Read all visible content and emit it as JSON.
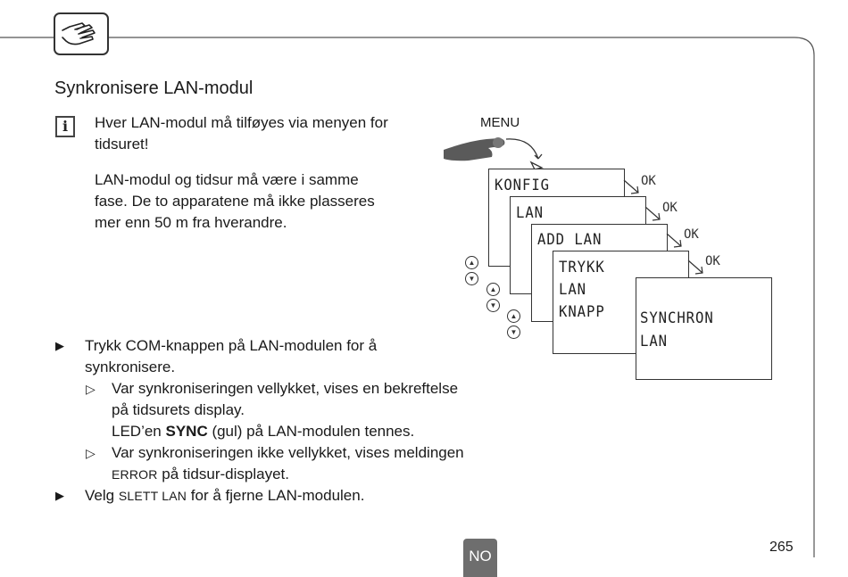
{
  "section_title": "Synkronisere LAN-modul",
  "note_lines": [
    "Hver LAN-modul må tilføyes via menyen for",
    "tidsuret!"
  ],
  "note2_lines": [
    "LAN-modul og tidsur må være i samme",
    "fase. De to apparatene må ikke plasseres",
    "mer enn 50 m fra hverandre."
  ],
  "steps": {
    "step1_lines": [
      "Trykk COM-knappen på LAN-modulen for å",
      "synkronisere."
    ],
    "sub1_lines": [
      "Var synkroniseringen vellykket, vises en bekreftelse",
      "på tidsurets display."
    ],
    "sub1_led_pre": "LED’en ",
    "sub1_led_bold": "SYNC",
    "sub1_led_post": " (gul) på LAN-modulen tennes.",
    "sub2_line1": "Var synkroniseringen ikke vellykket, vises meldingen",
    "sub2_error": "ERROR",
    "sub2_line2_post": " på tidsur-displayet.",
    "step2_pre": "Velg ",
    "step2_sc": "SLETT LAN",
    "step2_post": " for å fjerne LAN-modulen."
  },
  "diagram": {
    "menu_label": "MENU",
    "screens": [
      "KONFIG",
      "LAN",
      "ADD LAN",
      "TRYKK\nLAN\nKNAPP",
      "SYNCHRON\nLAN"
    ],
    "ok_labels": [
      "OK",
      "OK",
      "OK",
      "OK"
    ]
  },
  "footer": {
    "lang_badge": "NO",
    "page_number": "265"
  }
}
